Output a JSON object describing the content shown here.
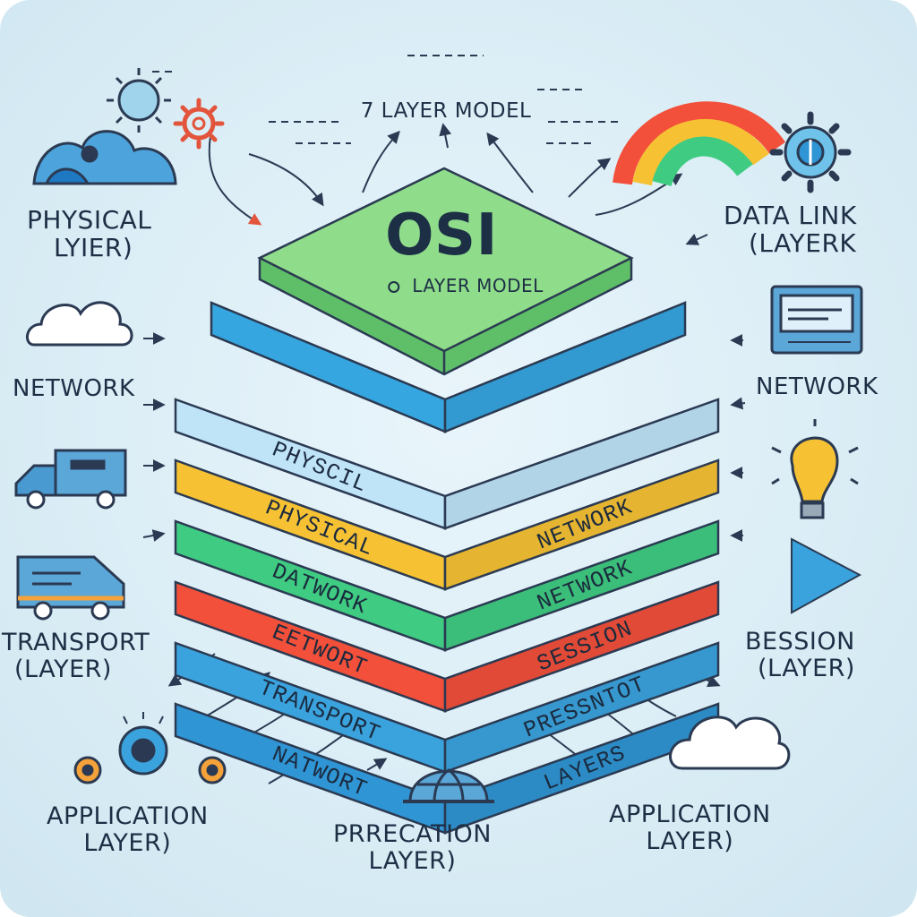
{
  "top_label": "7 LAYER MODEL",
  "center": {
    "title": "OSI",
    "subtitle": "LAYER MODEL"
  },
  "stack_layers": [
    {
      "color": "#36a6e0",
      "left_text": "",
      "right_text": ""
    },
    {
      "color": "#bfe4f8",
      "left_text": "PHYSCIL",
      "right_text": ""
    },
    {
      "color": "#f6c234",
      "left_text": "PHYSICAL",
      "right_text": "NETWORK"
    },
    {
      "color": "#3fcc82",
      "left_text": "DATWORK",
      "right_text": "NETWORK"
    },
    {
      "color": "#f2503a",
      "left_text": "EETWORT",
      "right_text": "SESSION"
    },
    {
      "color": "#3aa3dd",
      "left_text": "TRANSPORT",
      "right_text": "PRESSNTOT"
    },
    {
      "color": "#2f95d4",
      "left_text": "NATWORT",
      "right_text": "LAYERS"
    }
  ],
  "side_labels": {
    "physical": [
      "PHYSICAL",
      "LYIER)"
    ],
    "data_link": [
      "DATA LINK",
      "(LAYERK"
    ],
    "network_left": [
      "NETWORK"
    ],
    "network_right": [
      "NETWORK"
    ],
    "transport": [
      "TRANSPORT",
      "(LAYER)"
    ],
    "session": [
      "BESSION",
      "(LAYER)"
    ],
    "application_left": [
      "APPLICATION",
      "LAYER)"
    ],
    "application_right": [
      "APPLICATION",
      "LAYER)"
    ],
    "presentation": [
      "PRRECATION",
      "LAYER)"
    ]
  },
  "icons": {
    "sun": "sun-icon",
    "gear_left": "gear-icon",
    "hills": "cloud-hills-icon",
    "rainbow": "rainbow-icon",
    "gear_right": "gear-icon",
    "cloud_left": "cloud-icon",
    "monitor": "monitor-icon",
    "truck_left": "truck-icon",
    "truck_right": "van-icon",
    "bulb": "lightbulb-icon",
    "play": "play-icon",
    "network_nodes": "network-nodes-icon",
    "globe": "globe-icon",
    "cloud_right": "cloud-icon"
  },
  "colors": {
    "background": "#d7ebf4",
    "line": "#2b3a52",
    "top_slab": "#8fdc8a"
  }
}
